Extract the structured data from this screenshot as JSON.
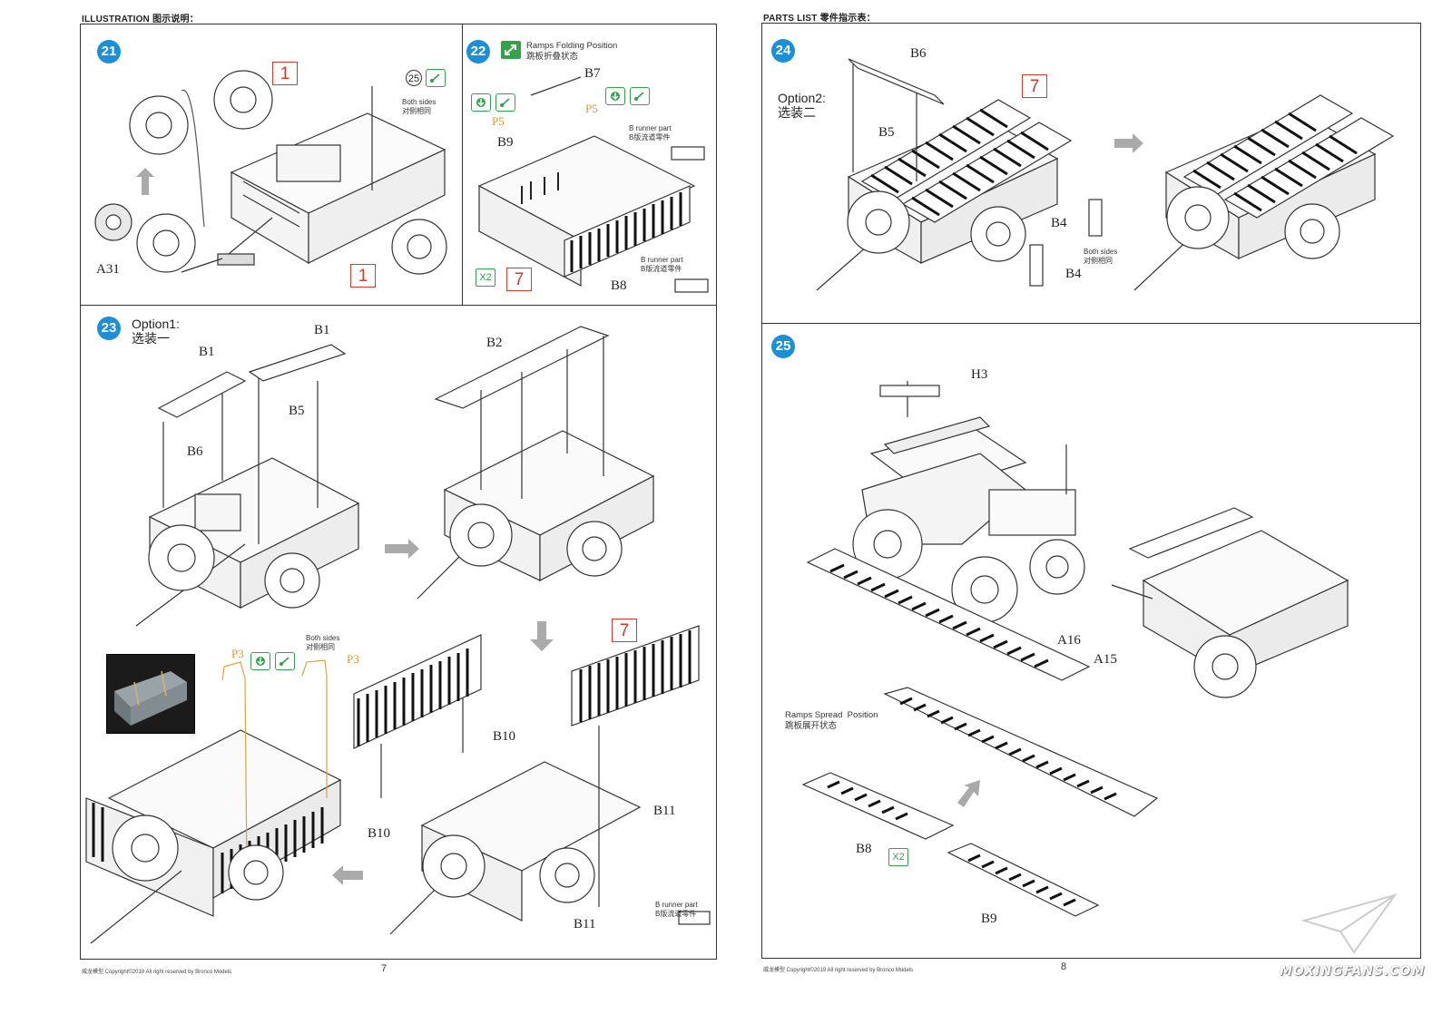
{
  "left_page": {
    "header": "ILLUSTRATION 图示说明：",
    "page_number": "7",
    "footer": "威龙模型 Copyright©2019 All right reserved by Bronco Models",
    "step21": {
      "number": "21",
      "part_a31": "A31",
      "part_25": "25",
      "both_sides": "Both sides\n对侧相同",
      "red_top": "1",
      "red_bottom": "1"
    },
    "step22": {
      "number": "22",
      "title": "Ramps Folding Position\n跳板折叠状态",
      "b7": "B7",
      "b9": "B9",
      "b8": "B8",
      "p5_left": "P5",
      "p5_right": "P5",
      "runner_a": "B runner part\nB版流道零件",
      "runner_b": "B runner part\nB版流道零件",
      "x2": "X2",
      "red": "7"
    },
    "step23": {
      "number": "23",
      "option": "Option1:\n选装一",
      "b1_a": "B1",
      "b1_b": "B1",
      "b5": "B5",
      "b6": "B6",
      "b2": "B2",
      "b10_a": "B10",
      "b10_b": "B10",
      "b11_a": "B11",
      "b11_b": "B11",
      "p3_a": "P3",
      "p3_b": "P3",
      "both_sides": "Both sides\n对侧相同",
      "runner": "B runner part\nB版流道零件",
      "red": "7"
    }
  },
  "right_page": {
    "header": "PARTS LIST 零件指示表：",
    "page_number": "8",
    "footer": "威龙模型 Copyright©2019 All right reserved by Bronco Models",
    "step24": {
      "number": "24",
      "option": "Option2:\n选装二",
      "b6": "B6",
      "b5": "B5",
      "b4_a": "B4",
      "b4_b": "B4",
      "both_sides": "Both sides\n对侧相同",
      "red": "7"
    },
    "step25": {
      "number": "25",
      "h3": "H3",
      "a16": "A16",
      "a15": "A15",
      "ramps_spread": "Ramps Spread  Position\n跳板展开状态",
      "b8": "B8",
      "b9": "B9",
      "x2": "X2"
    }
  },
  "watermark": "MOXINGFANS.COM",
  "colors": {
    "step_badge": "#1c8fd6",
    "red_box": "#d83a2a",
    "green_box": "#34a24a",
    "orange_label": "#e09a2e"
  }
}
